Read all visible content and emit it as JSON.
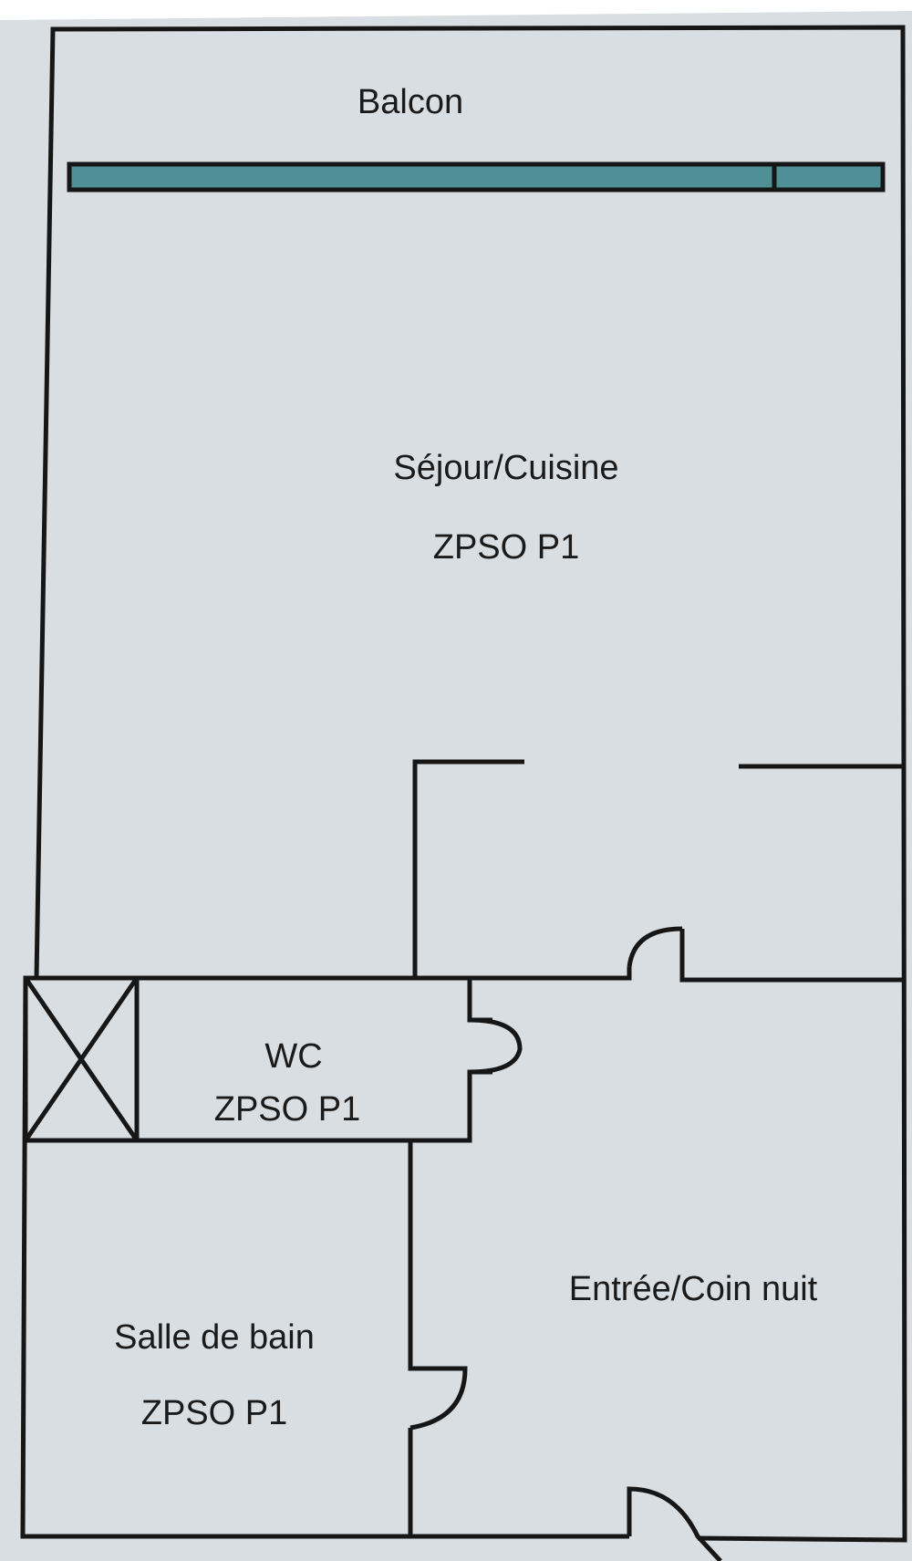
{
  "rooms": {
    "balcony": {
      "name": "Balcon"
    },
    "living": {
      "name": "Séjour/Cuisine",
      "code": "ZPSO P1"
    },
    "wc": {
      "name": "WC",
      "code": "ZPSO P1"
    },
    "entry": {
      "name": "Entrée/Coin nuit"
    },
    "bathroom": {
      "name": "Salle de bain",
      "code": "ZPSO P1"
    }
  },
  "colors": {
    "paper": "#d9dee3",
    "wall": "#161616",
    "window": "#4f8f96"
  }
}
